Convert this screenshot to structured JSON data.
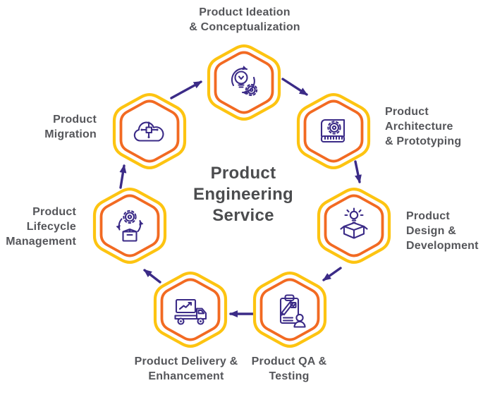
{
  "title": "Product\nEngineering\nService",
  "nodes": [
    {
      "id": "ideation",
      "label": "Product Ideation\n& Conceptualization",
      "icon": "idea-bulb-gear-cycle-icon"
    },
    {
      "id": "architecture",
      "label": "Product\nArchitecture\n& Prototyping",
      "icon": "blueprint-gear-ruler-icon"
    },
    {
      "id": "design",
      "label": "Product\nDesign &\nDevelopment",
      "icon": "open-box-idea-icon"
    },
    {
      "id": "qa",
      "label": "Product QA &\nTesting",
      "icon": "clipboard-pencil-tester-icon"
    },
    {
      "id": "delivery",
      "label": "Product Delivery &\nEnhancement",
      "icon": "delivery-truck-screen-icon"
    },
    {
      "id": "lifecycle",
      "label": "Product\nLifecycle\nManagement",
      "icon": "gear-cycle-box-icon"
    },
    {
      "id": "migration",
      "label": "Product\nMigration",
      "icon": "cloud-circuit-icon"
    }
  ],
  "colors": {
    "hex_outer": "#FDC411",
    "hex_inner": "#F26A22",
    "icon": "#3B2B87",
    "arrow": "#3B2B87",
    "label_text": "#55565A",
    "title_text": "#4B4C4E",
    "background": "#FFFFFF"
  }
}
